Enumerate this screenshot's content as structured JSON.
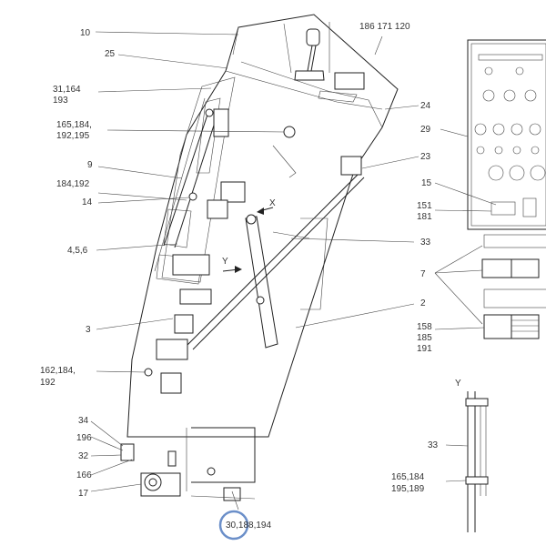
{
  "callouts": {
    "c10": "10",
    "c25": "25",
    "c31_164_193": [
      "31,164",
      "193"
    ],
    "c165_184_192_195": [
      "165,184,",
      "192,195"
    ],
    "c9": "9",
    "c184_192": "184,192",
    "c14": "14",
    "c4_5_6": "4,5,6",
    "c3": "3",
    "c162_184_192": [
      "162,184,",
      "192"
    ],
    "c34": "34",
    "c196": "196",
    "c32": "32",
    "c166": "166",
    "c17": "17",
    "c30_188_194": "30,188,194",
    "c186_171_120": "186 171 120",
    "c24": "24",
    "c29": "29",
    "c23": "23",
    "c15": "15",
    "c151_181": [
      "151",
      "181"
    ],
    "c33_main": "33",
    "c7": "7",
    "c2": "2",
    "c158_185_191": [
      "158",
      "185",
      "191"
    ],
    "c33_y": "33",
    "c165_184_195_189": [
      "165,184",
      "195,189"
    ]
  },
  "view_markers": {
    "x_arrow": "X",
    "y_arrow": "Y",
    "y_view_title": "Y"
  },
  "highlight_circle_color": "#6b8fc9"
}
